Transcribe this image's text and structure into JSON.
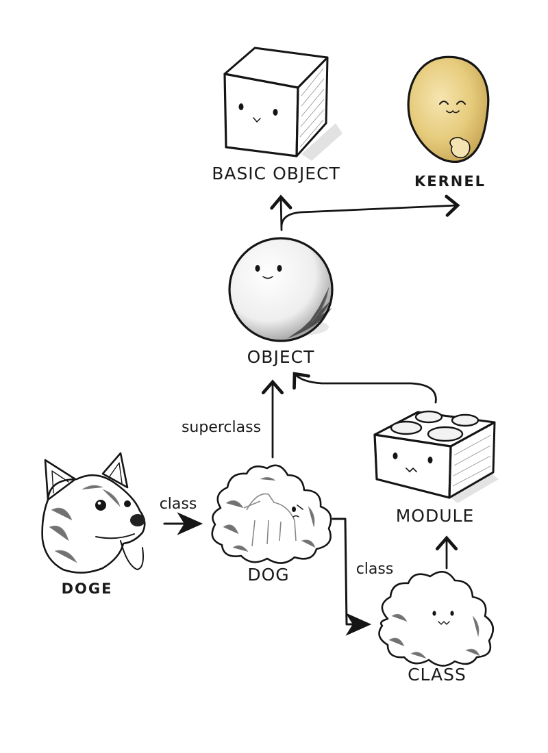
{
  "nodes": {
    "basic_object": "BASIC OBJECT",
    "kernel": "KERNEL",
    "object": "OBJECT",
    "module": "MODULE",
    "doge": "DOGE",
    "dog": "DOG",
    "class": "CLASS"
  },
  "edges": {
    "doge_to_dog": "class",
    "dog_to_object": "superclass",
    "dog_to_class": "class"
  },
  "colors": {
    "ink": "#151515",
    "kernel_fill": "#e9cf86",
    "background": "#ffffff"
  }
}
